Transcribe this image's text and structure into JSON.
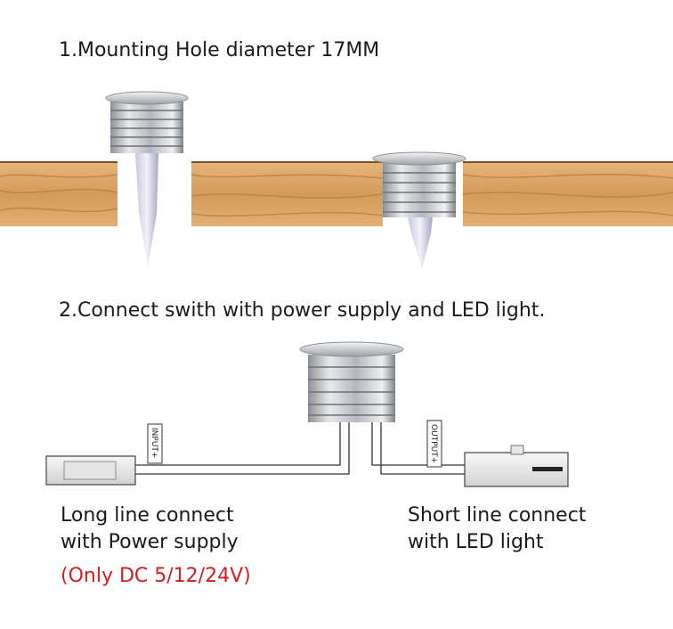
{
  "steps": {
    "step1": "1.Mounting Hole diameter 17MM",
    "step2": "2.Connect swith with power supply and LED light."
  },
  "labels": {
    "input": "INPUT+",
    "output": "OUTPUT+"
  },
  "captions": {
    "left_line1": "Long line connect",
    "left_line2": "with Power supply",
    "left_note": "(Only DC 5/12/24V)",
    "right_line1": "Short line connect",
    "right_line2": "with LED light"
  },
  "colors": {
    "wood": "#d8a566",
    "wood_dark": "#b77a3a",
    "metal": "#b9bec4",
    "note_red": "#d41e1e"
  }
}
